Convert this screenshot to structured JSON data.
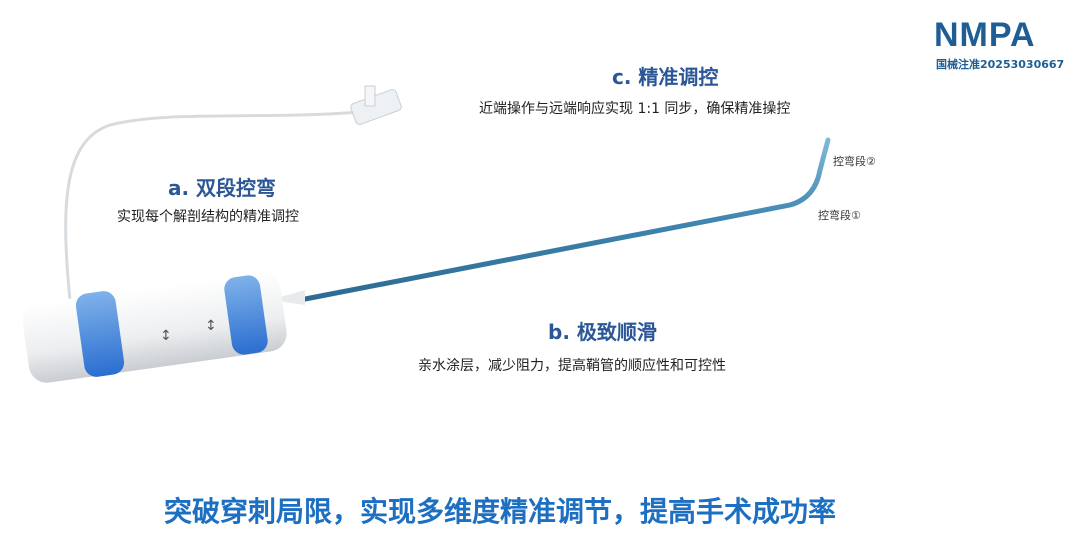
{
  "logo": {
    "text": "NMPA",
    "registration": "国械注准20253030667"
  },
  "features": [
    {
      "title": "a.  双段控弯",
      "desc": "实现每个解剖结构的精准调控"
    },
    {
      "title": "b.  极致顺滑",
      "desc": "亲水涂层，减少阻力，提高鞘管的顺应性和可控性"
    },
    {
      "title": "c.  精准调控",
      "desc": "近端操作与远端响应实现 1:1 同步，确保精准操控"
    }
  ],
  "segment_labels": [
    "控弯段②",
    "控弯段①"
  ],
  "slogan": "突破穿刺局限，实现多维度精准调节，提高手术成功率",
  "colors": {
    "brand": "#1f5e94",
    "heading": "#2b5797",
    "slogan": "#1d6fc2",
    "sheath": "#4a8fb5"
  }
}
